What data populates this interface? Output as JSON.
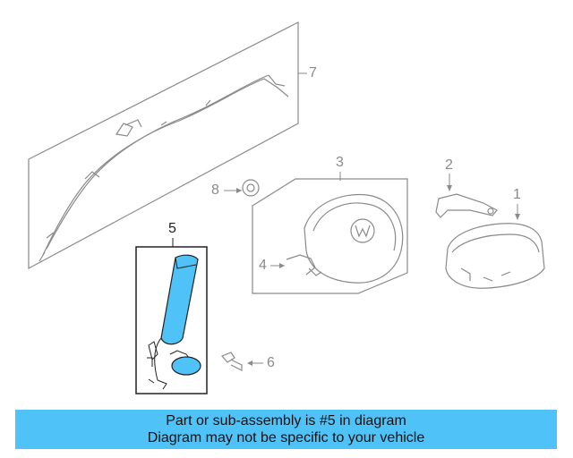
{
  "diagram": {
    "callouts": {
      "c1": "1",
      "c2": "2",
      "c3": "3",
      "c4": "4",
      "c5": "5",
      "c6": "6",
      "c7": "7",
      "c8": "8"
    },
    "highlight_color": "#4fc3f7",
    "line_color": "#8a8a8a"
  },
  "banner": {
    "line1": "Part or sub-assembly is #5 in diagram",
    "line2": "Diagram may not be specific to your vehicle",
    "color": "#4fc3f7"
  }
}
